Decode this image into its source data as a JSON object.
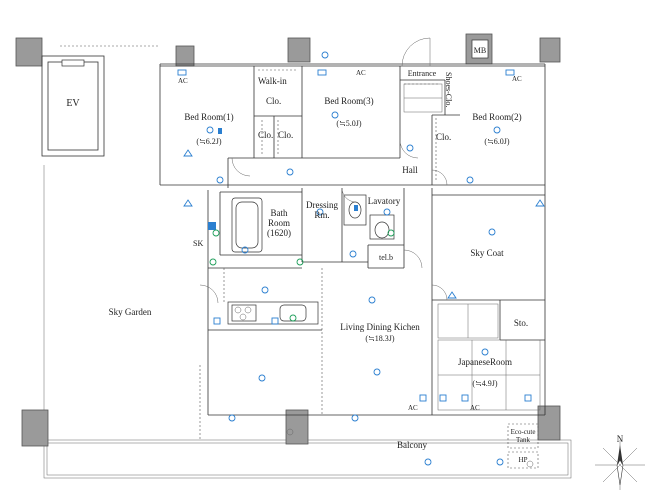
{
  "rooms": {
    "ev": "EV",
    "mb": "MB",
    "walk_in_clo": "Walk-in",
    "clo_label": "Clo.",
    "clo_a": "Clo.",
    "clo_b": "Clo.",
    "clo_c": "Clo.",
    "bedroom1": {
      "name": "Bed Room(1)",
      "size": "(≒6.2J)"
    },
    "bedroom3": {
      "name": "Bed Room(3)",
      "size": "(≒5.0J)"
    },
    "bedroom2": {
      "name": "Bed Room(2)",
      "size": "(≒6.0J)"
    },
    "entrance": "Entrance",
    "shoes_clo": "Shoes-Clo.",
    "hall": "Hall",
    "bath": {
      "line1": "Bath",
      "line2": "Room",
      "line3": "(1620)"
    },
    "dressing": {
      "line1": "Dressing",
      "line2": "Rm."
    },
    "lavatory": "Lavatory",
    "tel": "tel.b",
    "sk": "SK",
    "sky_coat": "Sky Coat",
    "sky_garden": "Sky Garden",
    "ldk": {
      "name": "Living Dining Kichen",
      "size": "(≒18.3J)"
    },
    "sto": "Sto.",
    "japanese": {
      "name": "JapaneseRoom",
      "size": "(≒4.9J)"
    },
    "balcony": "Balcony",
    "eco_tank": {
      "line1": "Eco-cute",
      "line2": "Tank"
    },
    "hp": "HP",
    "ac_tag": "AC",
    "compass": "N"
  },
  "colors": {
    "wall": "#9a9a9a",
    "electrical": "#2b7fd0",
    "equipment": "#1e9e5a"
  }
}
